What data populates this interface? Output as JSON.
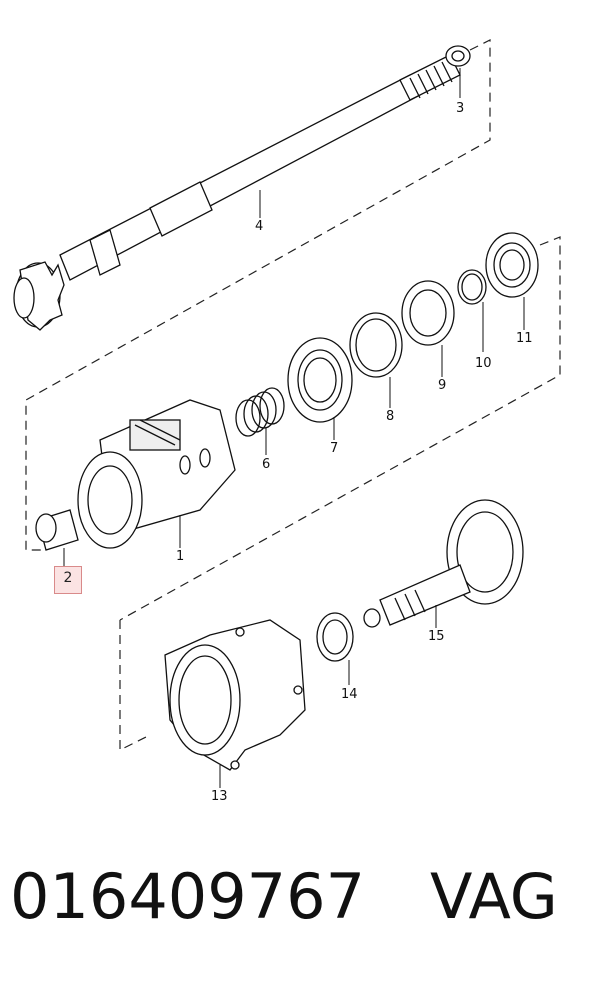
{
  "parts": [
    {
      "id": "label-1",
      "text": "1"
    },
    {
      "id": "label-2",
      "text": "2"
    },
    {
      "id": "label-3",
      "text": "3"
    },
    {
      "id": "label-4",
      "text": "4"
    },
    {
      "id": "label-6",
      "text": "6"
    },
    {
      "id": "label-7",
      "text": "7"
    },
    {
      "id": "label-8",
      "text": "8"
    },
    {
      "id": "label-9",
      "text": "9"
    },
    {
      "id": "label-10",
      "text": "10"
    },
    {
      "id": "label-11",
      "text": "11"
    },
    {
      "id": "label-13",
      "text": "13"
    },
    {
      "id": "label-14",
      "text": "14"
    },
    {
      "id": "label-15",
      "text": "15"
    }
  ],
  "highlight": {
    "label": "2",
    "color": "#fbe3e3"
  },
  "footer": {
    "part_number": "016409767",
    "brand": "VAG"
  }
}
